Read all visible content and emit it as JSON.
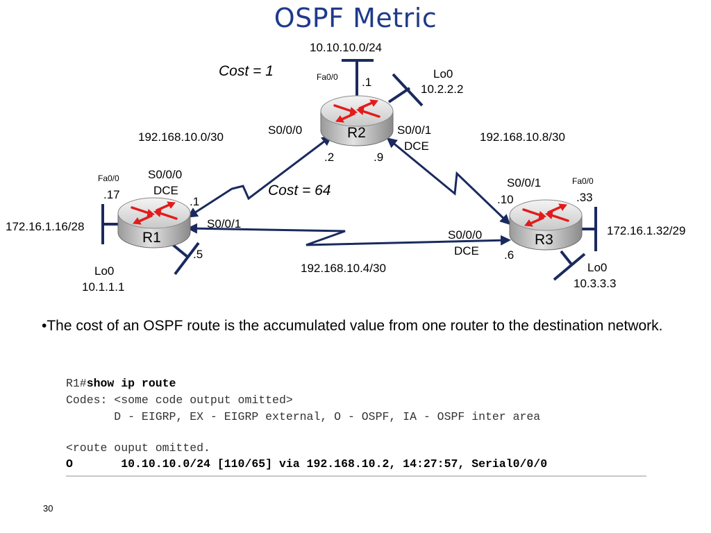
{
  "title": "OSPF Metric",
  "colors": {
    "link": "#1a2a5e",
    "title": "#1f3a8a",
    "router_arrow": "#e31b1b"
  },
  "routers": {
    "r1": "R1",
    "r2": "R2",
    "r3": "R3"
  },
  "networks": {
    "top_lan": "10.10.10.0/24",
    "r1_r2": "192.168.10.0/30",
    "r2_r3": "192.168.10.8/30",
    "r1_r3": "192.168.10.4/30",
    "r1_lan": "172.16.1.16/28",
    "r3_lan": "172.16.1.32/29"
  },
  "costs": {
    "top": "Cost = 1",
    "serial": "Cost = 64"
  },
  "r2": {
    "fa": "Fa0/0",
    "fa_host": ".1",
    "lo_name": "Lo0",
    "lo_ip": "10.2.2.2",
    "s000": "S0/0/0",
    "s001": "S0/0/1",
    "dce": "DCE",
    "s000_host": ".2",
    "s001_host": ".9"
  },
  "r1": {
    "fa": "Fa0/0",
    "fa_host": ".17",
    "s000": "S0/0/0",
    "dce": "DCE",
    "s000_host": ".1",
    "s001": "S0/0/1",
    "s001_host": ".5",
    "lo_name": "Lo0",
    "lo_ip": "10.1.1.1"
  },
  "r3": {
    "s001": "S0/0/1",
    "s001_host": ".10",
    "fa": "Fa0/0",
    "fa_host": ".33",
    "s000": "S0/0/0",
    "dce": "DCE",
    "s000_host": ".6",
    "lo_name": "Lo0",
    "lo_ip": "10.3.3.3"
  },
  "bullet": "•The cost of an OSPF route is the accumulated value from one router to the destination network.",
  "code": {
    "prompt": "R1#",
    "command": "show ip route",
    "codes_line": "Codes: <some code output omitted>",
    "codes_detail": "       D - EIGRP, EX - EIGRP external, O - OSPF, IA - OSPF inter area",
    "omitted": "<route ouput omitted.",
    "route": "O       10.10.10.0/24 [110/65] via 192.168.10.2, 14:27:57, Serial0/0/0"
  },
  "page_number": "30"
}
